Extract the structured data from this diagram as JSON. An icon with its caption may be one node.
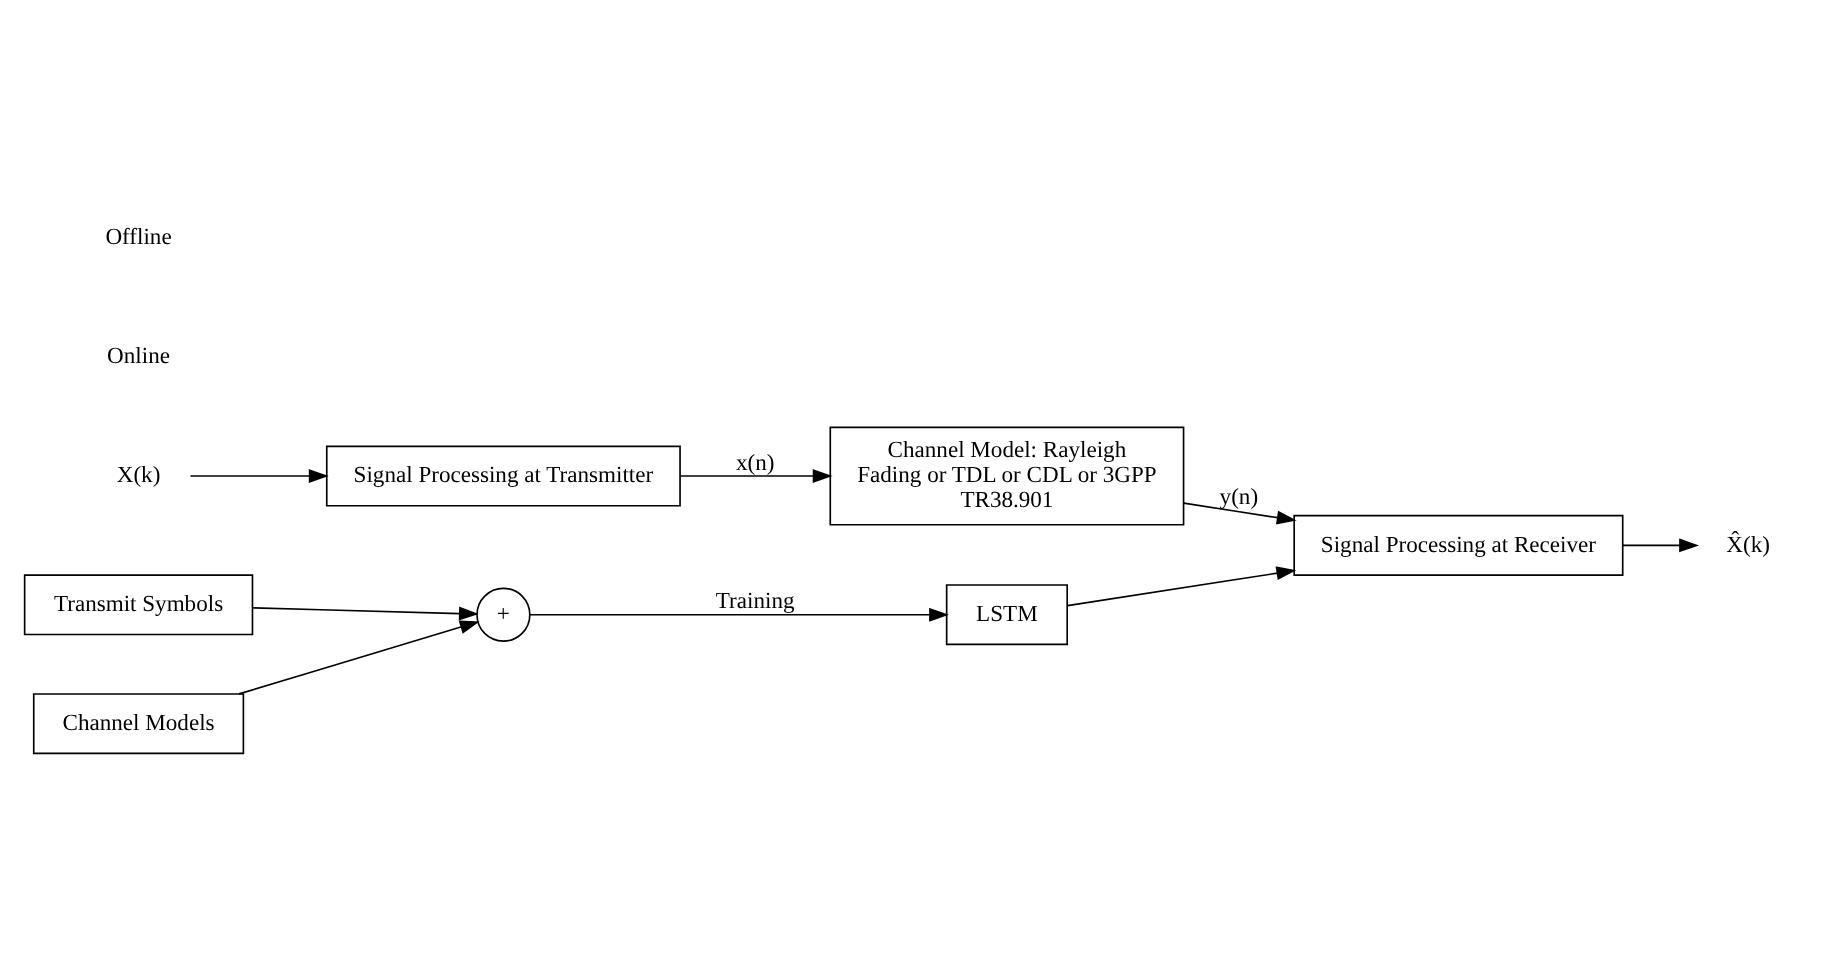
{
  "diagram": {
    "nodes": [
      {
        "text": [
          "X(k)"
        ]
      },
      {
        "text": [
          "Signal Processing at Transmitter"
        ]
      },
      {
        "text": [
          "Channel Model: Rayleigh Fading or TDL or CDL or 3GPP TR38.901"
        ]
      },
      {
        "text": [
          "Signal Processing at Receiver"
        ]
      },
      {
        "text": [
          "X̂(k)"
        ]
      },
      {
        "text": [
          "Transmit Symbols"
        ]
      },
      {
        "text": [
          "+"
        ]
      },
      {
        "text": [
          "Channel Models"
        ]
      },
      {
        "text": [
          "LSTM"
        ]
      }
    ],
    "edges": [
      {
        "from": 0,
        "to": 1,
        "arrow": "to"
      },
      {
        "from": 1,
        "to": 2,
        "arrow": "to",
        "label": "x(n)"
      },
      {
        "from": 2,
        "to": 3,
        "arrow": "to",
        "label": "y(n)"
      },
      {
        "from": 3,
        "to": 4,
        "arrow": "to"
      },
      {
        "from": 5,
        "to": 6,
        "arrow": "to"
      },
      {
        "from": 7,
        "to": 6,
        "arrow": "to"
      },
      {
        "from": 6,
        "to": 8,
        "arrow": "to",
        "label": "Training"
      },
      {
        "from": 8,
        "to": 3,
        "arrow": "to"
      }
    ],
    "labels": [
      "Online",
      "Offline"
    ]
  }
}
